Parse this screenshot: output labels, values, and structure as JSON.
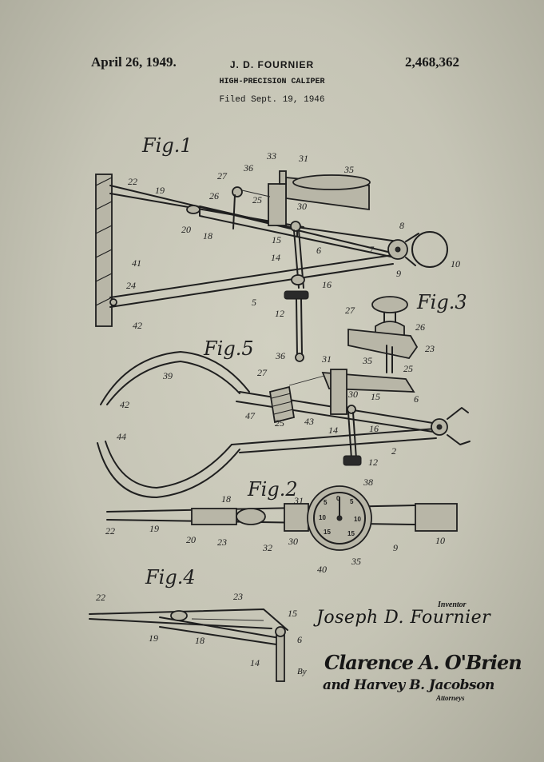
{
  "header": {
    "date": "April 26, 1949.",
    "inventor_header": "J. D. FOURNIER",
    "title": "HIGH-PRECISION CALIPER",
    "filed": "Filed Sept. 19, 1946",
    "patent_number": "2,468,362"
  },
  "figures": {
    "fig1": "Fig.1",
    "fig2": "Fig.2",
    "fig3": "Fig.3",
    "fig4": "Fig.4",
    "fig5": "Fig.5"
  },
  "reference_numerals": {
    "fig1": [
      "33",
      "31",
      "36",
      "27",
      "35",
      "22",
      "19",
      "26",
      "25",
      "30",
      "20",
      "18",
      "8",
      "15",
      "6",
      "7",
      "41",
      "14",
      "9",
      "10",
      "24",
      "16",
      "5",
      "12",
      "42"
    ],
    "fig3": [
      "27",
      "26",
      "23",
      "25"
    ],
    "fig5": [
      "36",
      "31",
      "35",
      "39",
      "27",
      "42",
      "30",
      "15",
      "6",
      "47",
      "25",
      "43",
      "44",
      "14",
      "16",
      "2",
      "12"
    ],
    "fig2": [
      "38",
      "18",
      "31",
      "22",
      "19",
      "20",
      "23",
      "32",
      "30",
      "9",
      "10",
      "40",
      "35"
    ],
    "fig4": [
      "22",
      "23",
      "15",
      "19",
      "18",
      "6",
      "14"
    ]
  },
  "dial_numbers": [
    "0",
    "5",
    "10",
    "15",
    "15",
    "10",
    "5"
  ],
  "signature": {
    "inventor_role": "Inventor",
    "inventor_name": "Joseph D. Fournier",
    "by": "By",
    "attorney_line1": "Clarence A. O'Brien",
    "attorney_line2": "and Harvey B. Jacobson",
    "attorneys_role": "Attorneys"
  },
  "colors": {
    "paper": "#c5c4b5",
    "ink": "#1f1f1f"
  }
}
